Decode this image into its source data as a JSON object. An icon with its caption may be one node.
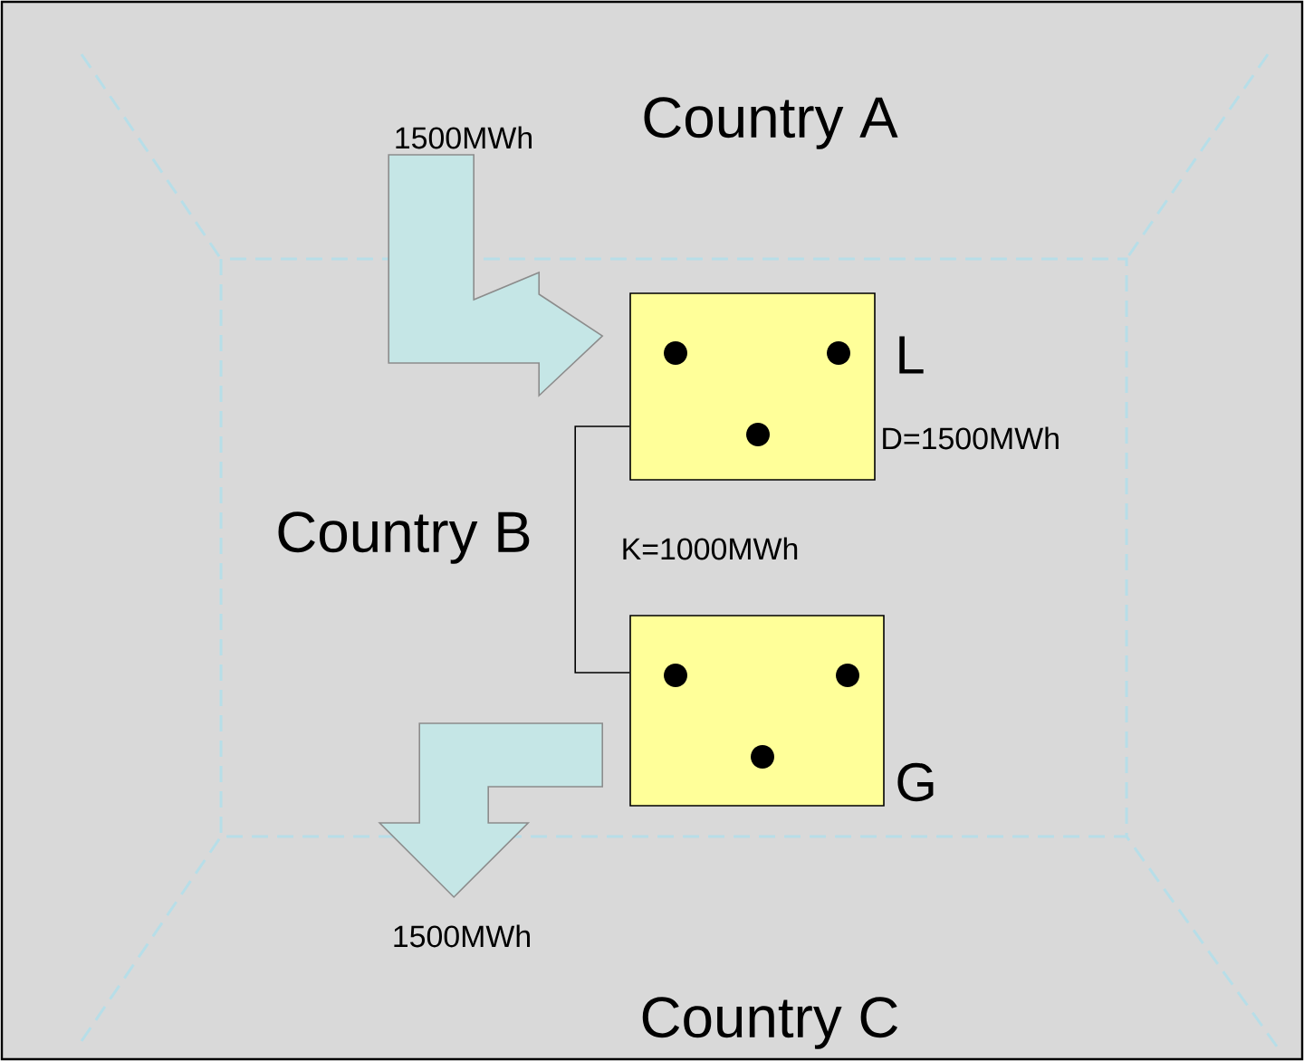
{
  "diagram": {
    "nodes": [
      {
        "text": [],
        "shape": "box",
        "beside": [
          "L",
          "D=1500MWh"
        ]
      },
      {
        "text": [],
        "shape": "box",
        "beside": [
          "G"
        ]
      }
    ],
    "edges": [
      {
        "from": null,
        "to": 0,
        "arrow": "to",
        "label": "1500MWh"
      },
      {
        "from": 0,
        "to": 1,
        "arrow": "none",
        "label": "K=1000MWh"
      },
      {
        "from": 1,
        "to": null,
        "arrow": "to",
        "label": "1500MWh"
      }
    ],
    "labels": [
      "Country A",
      "Country B",
      "Country C"
    ]
  }
}
